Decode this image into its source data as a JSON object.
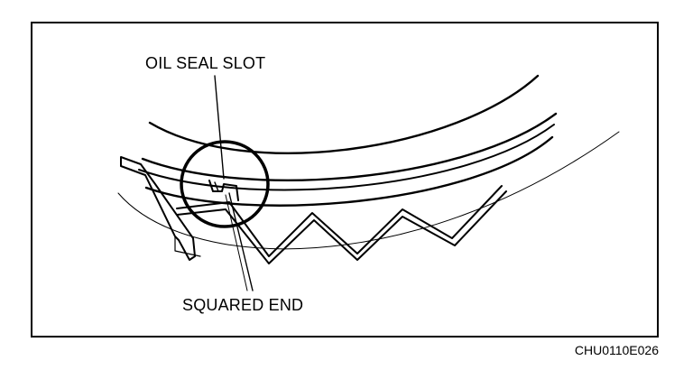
{
  "callouts": {
    "oil_seal_slot": "OIL SEAL SLOT",
    "squared_end": "SQUARED END"
  },
  "figure_code": "CHU0110E026"
}
